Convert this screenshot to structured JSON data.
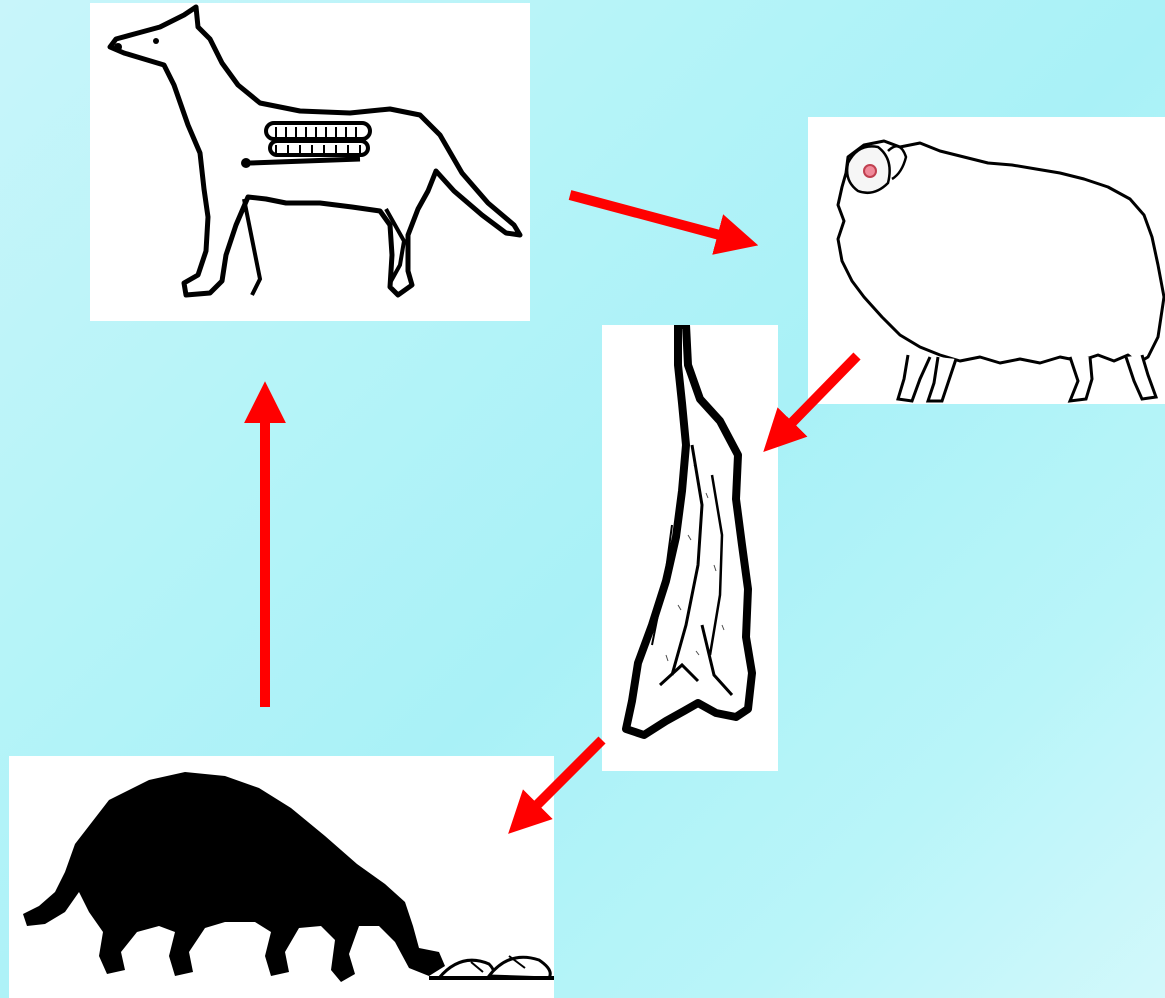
{
  "diagram": {
    "stages": [
      {
        "id": "dog",
        "icon": "dog-with-intestine-icon"
      },
      {
        "id": "sheep",
        "icon": "sheep-icon"
      },
      {
        "id": "carcass",
        "icon": "hanging-carcass-icon"
      },
      {
        "id": "scavenger",
        "icon": "dog-eating-offal-icon"
      }
    ],
    "flow": [
      "dog",
      "sheep",
      "carcass",
      "scavenger",
      "dog"
    ],
    "arrow_color": "#ff0000"
  }
}
